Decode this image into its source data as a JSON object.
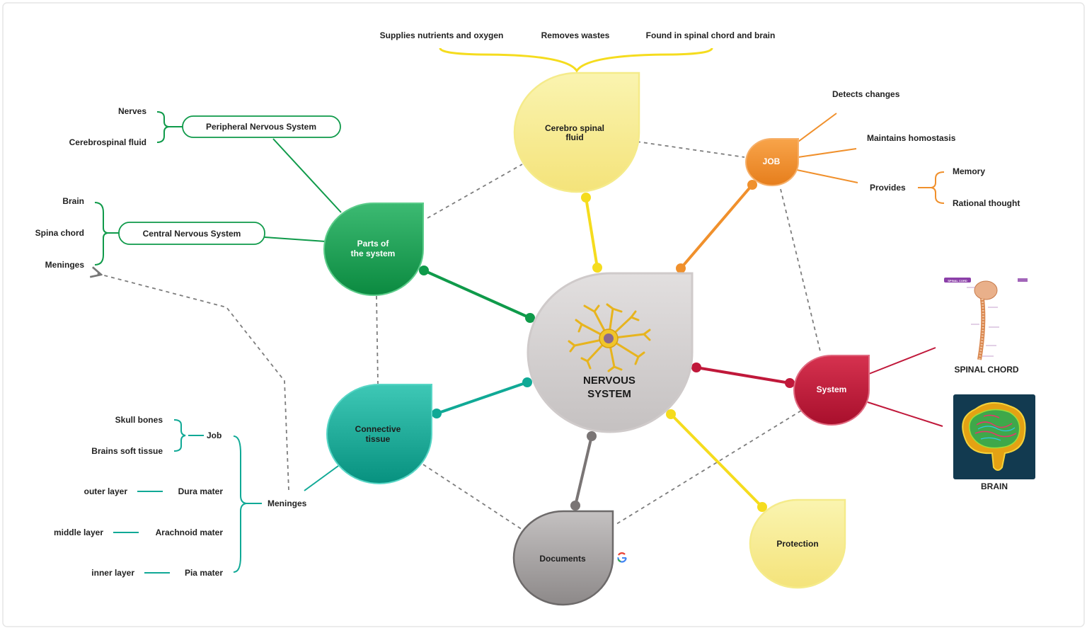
{
  "center": {
    "title_line1": "NERVOUS",
    "title_line2": "SYSTEM"
  },
  "csf": {
    "title_line1": "Cerebro spinal",
    "title_line2": "fluid",
    "facts": [
      "Supplies nutrients and oxygen",
      "Removes wastes",
      "Found in spinal chord and brain"
    ]
  },
  "job": {
    "title": "JOB",
    "items": [
      "Detects changes",
      "Maintains homostasis",
      "Provides"
    ],
    "provides": [
      "Memory",
      "Rational thought"
    ]
  },
  "parts": {
    "title_line1": "Parts of",
    "title_line2": "the system",
    "pns": {
      "label": "Peripheral Nervous System",
      "items": [
        "Nerves",
        "Cerebrospinal fluid"
      ]
    },
    "cns": {
      "label": "Central Nervous System",
      "items": [
        "Brain",
        "Spina chord",
        "Meninges"
      ]
    }
  },
  "connective": {
    "title_line1": "Connective",
    "title_line2": "tissue",
    "meninges": {
      "label": "Meninges",
      "job": {
        "label": "Job",
        "items": [
          "Skull bones",
          "Brains soft tissue"
        ]
      },
      "layers": [
        {
          "layer": "outer layer",
          "name": "Dura mater"
        },
        {
          "layer": "middle layer",
          "name": "Arachnoid mater"
        },
        {
          "layer": "inner layer",
          "name": "Pia mater"
        }
      ]
    }
  },
  "system": {
    "title": "System",
    "spinal_caption": "SPINAL CHORD",
    "brain_caption": "BRAIN",
    "spinal_image_tag": "SPINAL CORD"
  },
  "documents": {
    "title": "Documents",
    "badge": "G"
  },
  "protection": {
    "title": "Protection"
  },
  "colors": {
    "yellow": "#f5dc1e",
    "orange": "#f0902c",
    "green": "#0f9a4a",
    "teal": "#10a996",
    "red": "#c0183a",
    "gray": "#7a7575"
  }
}
